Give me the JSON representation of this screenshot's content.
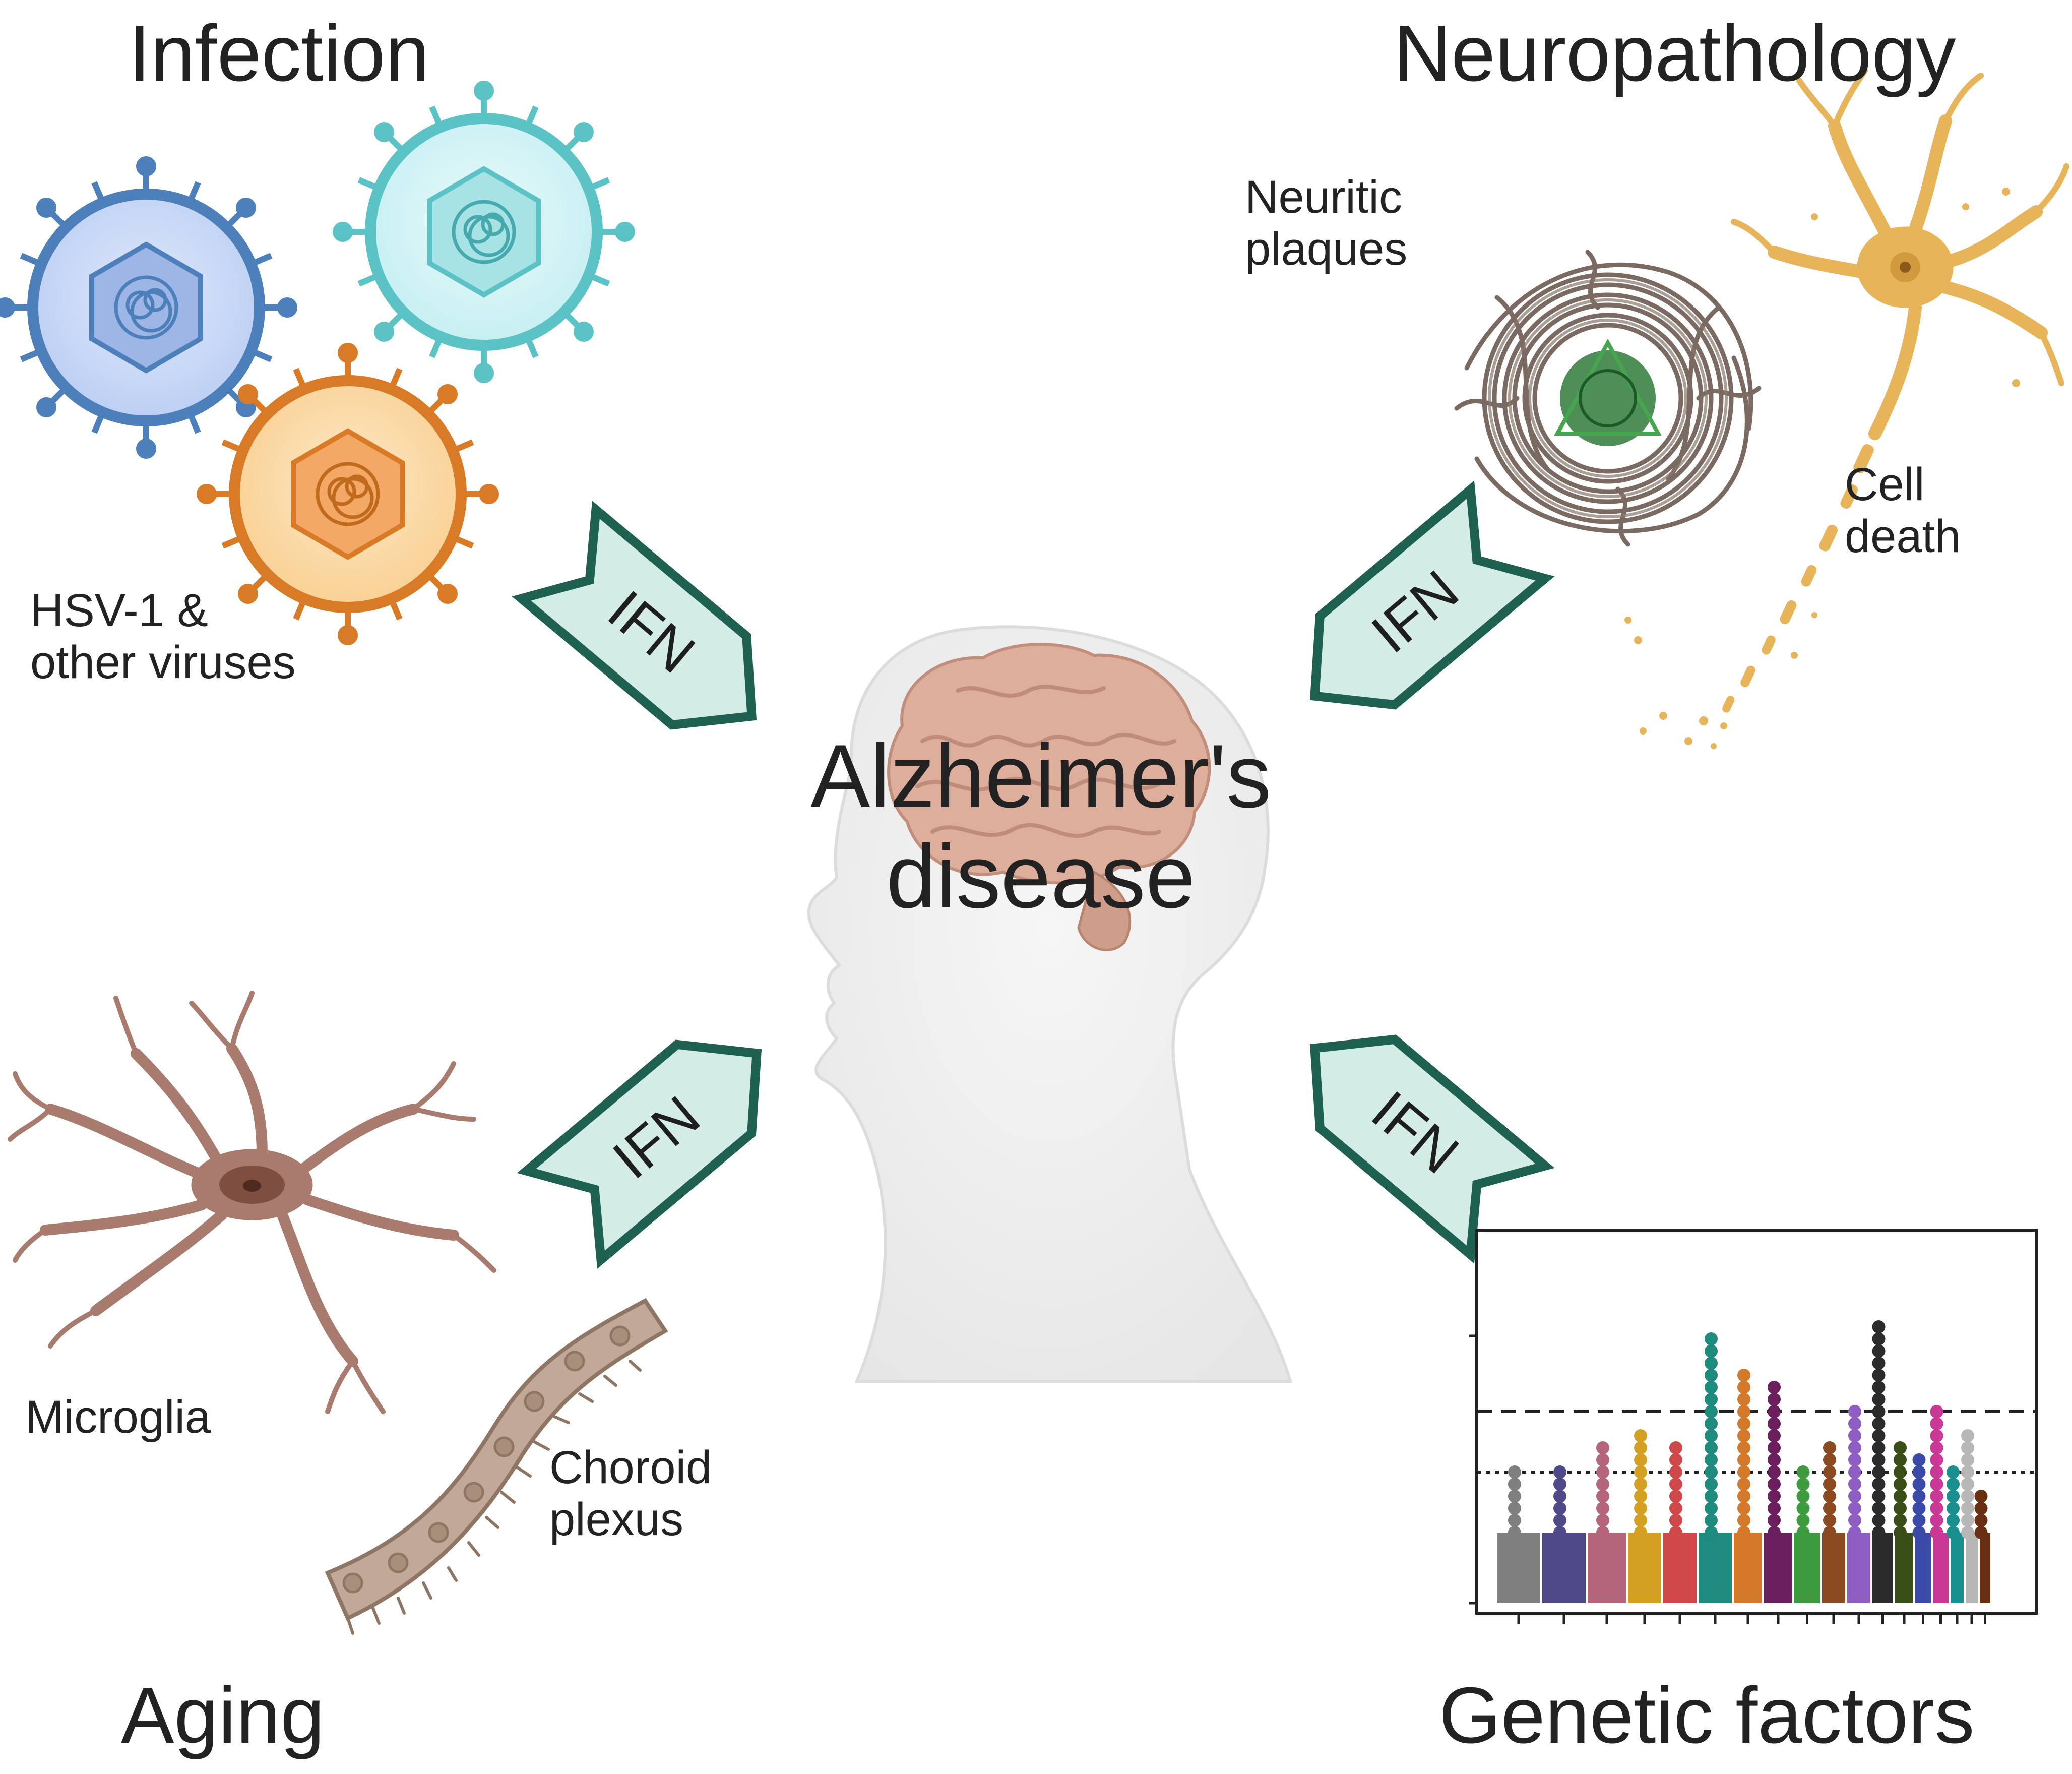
{
  "labels": {
    "infection": "Infection",
    "neuropathology": "Neuropathology",
    "aging": "Aging",
    "genetic_factors": "Genetic factors",
    "center_line1": "Alzheimer's",
    "center_line2": "disease",
    "viruses_line1": "HSV-1 &",
    "viruses_line2": "other viruses",
    "plaques_line1": "Neuritic",
    "plaques_line2": "plaques",
    "celldeath_line1": "Cell",
    "celldeath_line2": "death",
    "microglia": "Microglia",
    "choroid_line1": "Choroid",
    "choroid_line2": "plexus",
    "arrow_label": "IFN"
  },
  "colors": {
    "arrow_fill": "#d3ece6",
    "arrow_stroke": "#1f6150",
    "virus_blue": "#4d7fba",
    "virus_cyan": "#5bc2c6",
    "virus_orange": "#d97a27",
    "neuron": "#e8b45a",
    "plaque": "#6d5a50",
    "plaque_core": "#2f7a3a",
    "microglia": "#a87b6e",
    "choroid": "#c2a896",
    "brain": "#d9ab98",
    "head": "#efefef"
  },
  "manhattan": {
    "chromosome_colors": [
      "#7f7f7f",
      "#4e4a8a",
      "#b5657a",
      "#d4a024",
      "#d0494a",
      "#1f8a7e",
      "#d4792a",
      "#6b1f5e",
      "#3e9a3e",
      "#8b4a1f",
      "#8e5ec2",
      "#2b2b2b",
      "#3a4e18",
      "#3b4aa8",
      "#c93894",
      "#1a8f8f",
      "#b7b7b7",
      "#6a2e12"
    ],
    "threshold_lines": [
      "dashed",
      "dotted"
    ]
  }
}
